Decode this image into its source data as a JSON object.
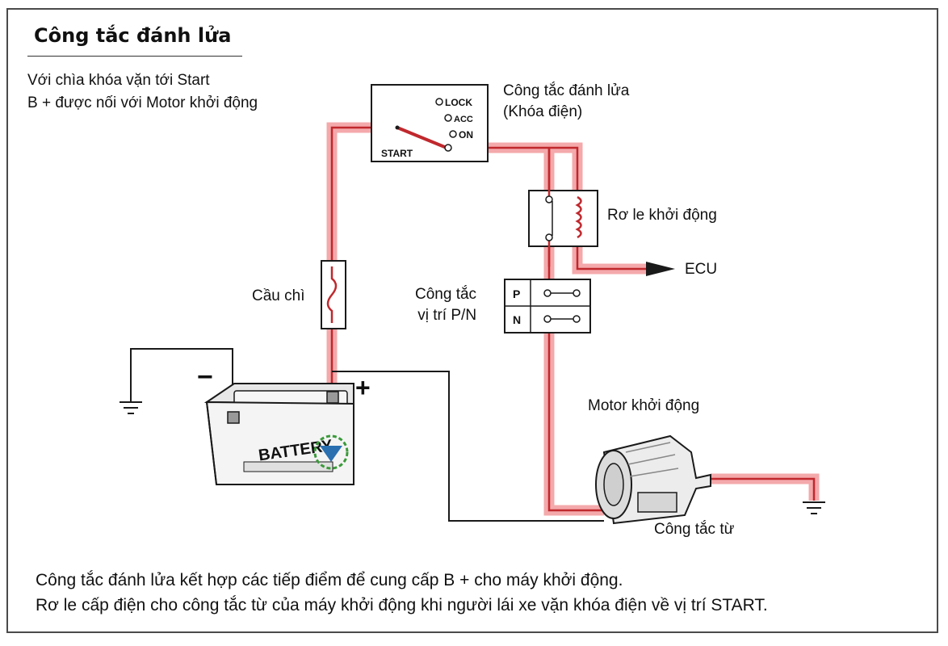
{
  "title": "Công tắc đánh lửa",
  "intro": {
    "line1": "Với chìa khóa vặn tới Start",
    "line2": "B + được nối với Motor khởi động"
  },
  "ignition_switch": {
    "label_line1": "Công tắc đánh lửa",
    "label_line2": "(Khóa điện)",
    "positions": {
      "lock": "LOCK",
      "acc": "ACC",
      "on": "ON",
      "start": "START"
    }
  },
  "starter_relay": {
    "label": "Rơ le khởi động"
  },
  "ecu": {
    "label": "ECU"
  },
  "fuse": {
    "label": "Cầu chì"
  },
  "pn_switch": {
    "label_line1": "Công tắc",
    "label_line2": "vị trí P/N",
    "p": "P",
    "n": "N"
  },
  "battery": {
    "minus": "−",
    "plus": "+",
    "brand": "BATTERY"
  },
  "starter_motor": {
    "label": "Motor khởi động"
  },
  "magnetic_switch": {
    "label": "Công tắc từ"
  },
  "footer": {
    "line1": "Công tắc đánh lửa kết hợp các tiếp điểm để cung cấp B + cho máy khởi động.",
    "line2": "Rơ le cấp điện cho công tắc từ của máy khởi động khi người lái xe vặn khóa điện về vị trí START."
  },
  "colors": {
    "highlight": "#f4a9ab",
    "active_wire": "#c0282d",
    "wire": "#1a1a1a"
  }
}
